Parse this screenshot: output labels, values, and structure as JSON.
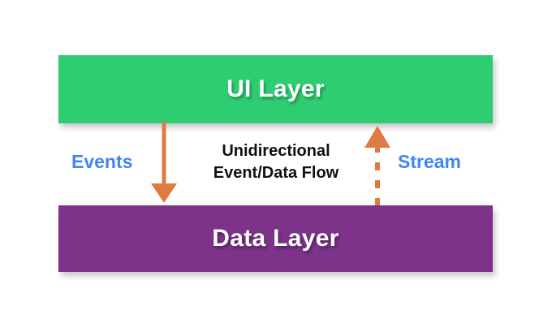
{
  "diagram": {
    "title": "Unidirectional Event/Data Flow",
    "background_color": "#ffffff",
    "layers": [
      {
        "id": "ui-layer",
        "label": "UI Layer",
        "color": "#2ECD71",
        "text_color": "#ffffff",
        "position": "top"
      },
      {
        "id": "data-layer",
        "label": "Data Layer",
        "color": "#7C3389",
        "text_color": "#ffffff",
        "position": "bottom"
      }
    ],
    "connectors": [
      {
        "id": "events-arrow",
        "label": "Events",
        "label_color": "#4285F4",
        "arrow_color": "#DF7B42",
        "style": "solid",
        "direction": "down",
        "from": "UI Layer",
        "to": "Data Layer"
      },
      {
        "id": "stream-arrow",
        "label": "Stream",
        "label_color": "#4285F4",
        "arrow_color": "#DF7B42",
        "style": "dashed",
        "direction": "up",
        "from": "Data Layer",
        "to": "UI Layer"
      }
    ],
    "caption": {
      "line1": "Unidirectional",
      "line2": "Event/Data Flow",
      "color": "#111111"
    }
  }
}
